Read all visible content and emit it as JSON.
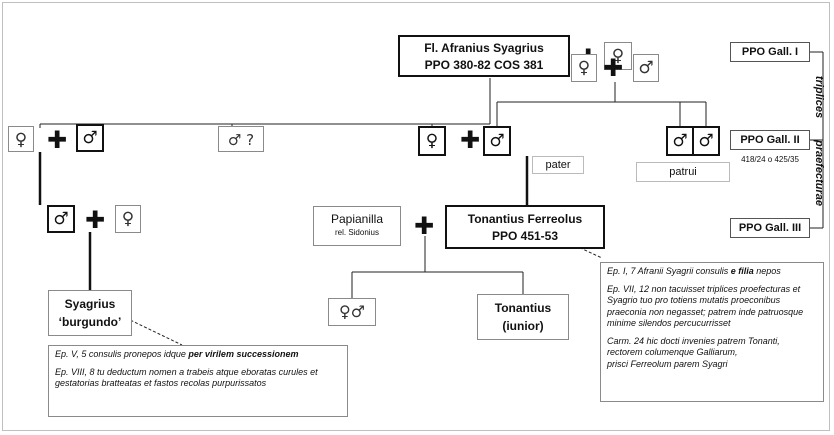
{
  "syagrius_main": {
    "line1": "Fl. Afranius Syagrius",
    "line2": "PPO 380-82 COS 381"
  },
  "symbols": {
    "female": "♀",
    "male": "♂",
    "male_query": "♂ ?",
    "both": "♀♂",
    "plus": "✚"
  },
  "labels": {
    "pater": "pater",
    "patrui": "patrui"
  },
  "ppo": {
    "gall1": "PPO Gall. I",
    "gall2": "PPO Gall. II",
    "gall2_dates": "418/24 o 425/35",
    "gall3": "PPO Gall. III",
    "triplices": "triplices",
    "praefecturae": "praefecturae"
  },
  "papianilla": {
    "name": "Papianilla",
    "sub": "rel. Sidonius"
  },
  "tonantius_ferreolus": {
    "line1": "Tonantius Ferreolus",
    "line2": "PPO 451-53"
  },
  "tonantius_iunior": {
    "line1": "Tonantius",
    "line2": "(iunior)"
  },
  "syagrius_burgundo": {
    "line1": "Syagrius",
    "line2": "‘burgundo’"
  },
  "note_ferreolus": {
    "p1_pre": "Ep. I, 7 Afranii Syagrii consulis ",
    "p1_bold": "e filia",
    "p1_post": " nepos",
    "p2": "Ep. VII, 12 non tacuisset triplices proefecturas et Syagrio tuo pro totiens mutatis proeconibus praeconia non negasset; patrem inde patruosque minime silendos percucurrisset",
    "p3a": "Carm. 24 hic docti invenies patrem Tonanti,",
    "p3b": "rectorem columenque Galliarum,",
    "p3c": "prisci Ferreolum parem Syagri"
  },
  "note_burgundo": {
    "p1_pre": "Ep. V, 5 consulis pronepos idque ",
    "p1_bold": "per virilem successionem",
    "p2": "Ep. VIII, 8 tu deductum nomen a trabeis atque eboratas curules et gestatorias bratteatas et fastos recolas purpurissatos"
  }
}
